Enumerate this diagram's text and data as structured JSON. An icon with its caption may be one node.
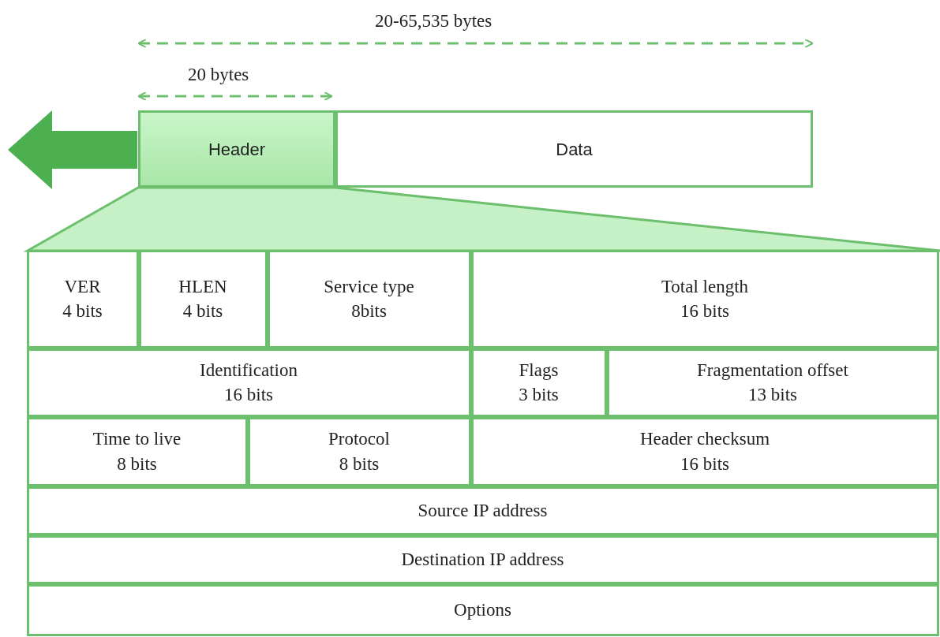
{
  "diagram": {
    "nodes": [
      {
        "text": [
          "Header"
        ]
      },
      {
        "text": [
          "Data"
        ]
      },
      {
        "text": [
          "VER",
          "4 bits"
        ]
      },
      {
        "text": [
          "HLEN",
          "4 bits"
        ]
      },
      {
        "text": [
          "Service type",
          "8bits"
        ]
      },
      {
        "text": [
          "Total length",
          "16 bits"
        ]
      },
      {
        "text": [
          "Identification",
          "16 bits"
        ]
      },
      {
        "text": [
          "Flags",
          "3 bits"
        ]
      },
      {
        "text": [
          "Fragmentation offset",
          "13 bits"
        ]
      },
      {
        "text": [
          "Time to live",
          "8 bits"
        ]
      },
      {
        "text": [
          "Protocol",
          "8 bits"
        ]
      },
      {
        "text": [
          "Header checksum",
          "16 bits"
        ]
      },
      {
        "text": [
          "Source IP address"
        ]
      },
      {
        "text": [
          "Destination IP address"
        ]
      },
      {
        "text": [
          "Options"
        ]
      },
      {
        "text": [],
        "shape": "trapezoid"
      }
    ],
    "labels": [
      "20-65,535 bytes",
      "20 bytes"
    ]
  }
}
